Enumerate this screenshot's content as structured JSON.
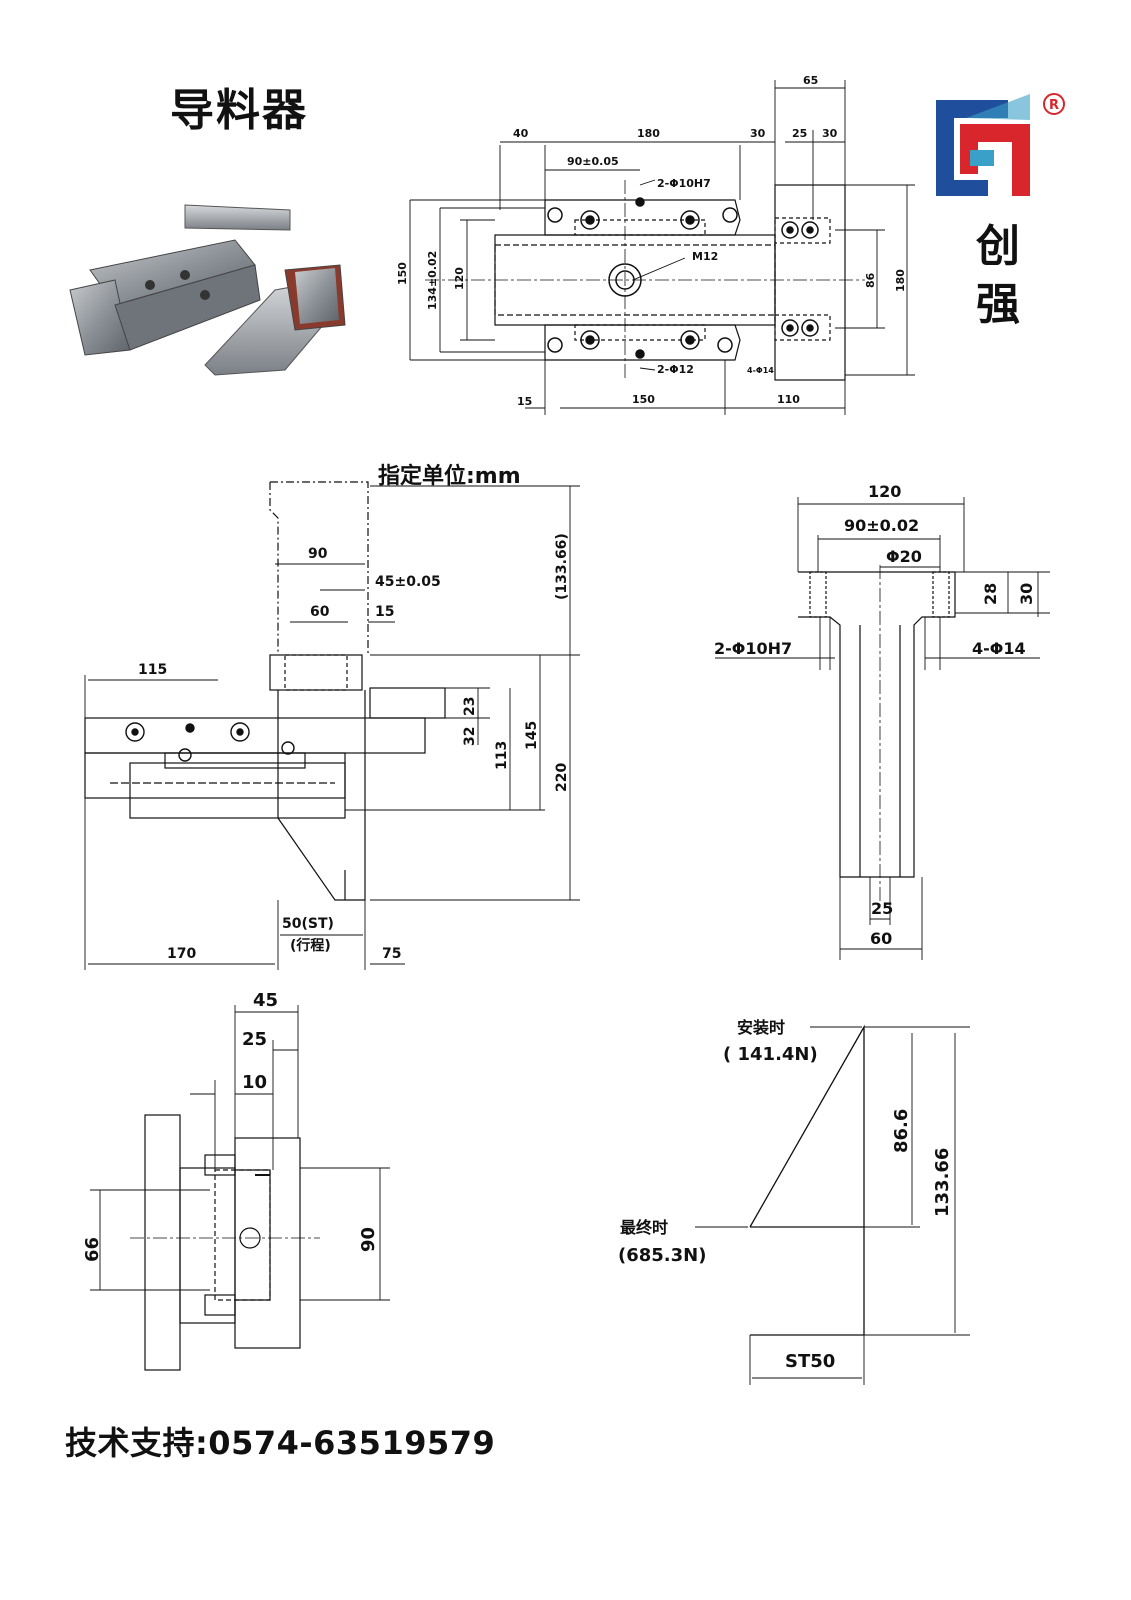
{
  "title": "导料器",
  "brand": {
    "name_line1": "创",
    "name_line2": "强",
    "registered": "®",
    "colors": {
      "blue": "#1f4f9c",
      "red": "#d8262c",
      "teal": "#3aa0c8"
    }
  },
  "unit_label": "指定单位:mm",
  "footer": "技术支持:0574-63519579",
  "top_view": {
    "dims": {
      "d65": "65",
      "d40": "40",
      "d180": "180",
      "d30a": "30",
      "d25": "25",
      "d30b": "30",
      "d90": "90±0.05",
      "holes_top": "2-Φ10H7",
      "d150": "150",
      "d134": "134±0.02",
      "d120": "120",
      "m12": "M12",
      "d86": "86",
      "d180v": "180",
      "holes_bottom": "2-Φ12",
      "holes_4": "4-Φ14",
      "d15": "15",
      "d150b": "150",
      "d110": "110"
    }
  },
  "side_view": {
    "dims": {
      "d90": "90",
      "d45": "45±0.05",
      "d60": "60",
      "d15": "15",
      "d115": "115",
      "d13366": "(133.66)",
      "d23": "23",
      "d32": "32",
      "d113": "113",
      "d145": "145",
      "d220": "220",
      "stroke": "50(ST)",
      "stroke_cn": "(行程)",
      "d170": "170",
      "d75": "75"
    }
  },
  "t_view": {
    "dims": {
      "d120": "120",
      "d90": "90±0.02",
      "phi20": "Φ20",
      "d28": "28",
      "d30": "30",
      "holes_left": "2-Φ10H7",
      "holes_right": "4-Φ14",
      "d25": "25",
      "d60": "60"
    }
  },
  "end_view": {
    "dims": {
      "d45": "45",
      "d25": "25",
      "d10": "10",
      "d66": "66",
      "d90": "90"
    }
  },
  "force_diagram": {
    "install_label": "安装时",
    "install_force": "( 141.4N)",
    "final_label": "最终时",
    "final_force": "(685.3N)",
    "d866": "86.6",
    "d13366": "133.66",
    "stroke": "ST50"
  }
}
